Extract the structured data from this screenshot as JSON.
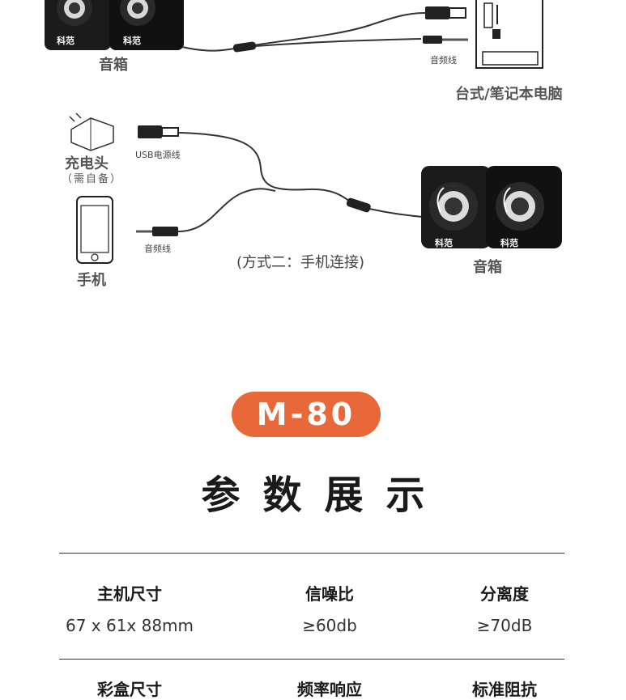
{
  "colors": {
    "accent": "#e9683a",
    "speaker": "#1b1b1b",
    "cable": "#333333"
  },
  "diagram_top": {
    "speaker_label": "音箱",
    "speaker_brand": "科范",
    "audio_cable_label": "音频线",
    "computer_label": "台式/笔记本电脑"
  },
  "diagram_bottom": {
    "charger_label": "充电头",
    "charger_note": "（需自备）",
    "usb_cable_label": "USB电源线",
    "phone_label": "手机",
    "audio_cable_label": "音频线",
    "method_caption": "(方式二：手机连接)",
    "speaker_label": "音箱",
    "speaker_brand": "科范"
  },
  "model_badge": "M-80",
  "section_title": "参数展示",
  "specs": [
    {
      "label": "主机尺寸",
      "value": "67 x 61x 88mm"
    },
    {
      "label": "信噪比",
      "value": "≥60db"
    },
    {
      "label": "分离度",
      "value": "≥70dB"
    },
    {
      "label": "彩盒尺寸",
      "value": ""
    },
    {
      "label": "频率响应",
      "value": ""
    },
    {
      "label": "标准阻抗",
      "value": ""
    }
  ]
}
